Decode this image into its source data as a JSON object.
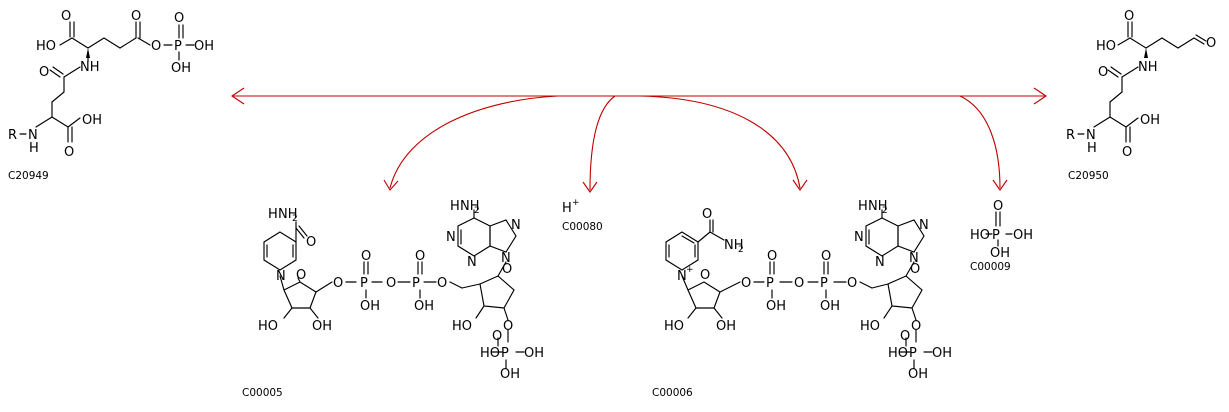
{
  "compounds": [
    {
      "id": "C20949"
    },
    {
      "id": "C20950"
    },
    {
      "id": "C00005"
    },
    {
      "id": "C00080"
    },
    {
      "id": "C00006"
    },
    {
      "id": "C00009"
    }
  ],
  "atoms": {
    "OH": "OH",
    "HO": "HO",
    "O": "O",
    "P": "P",
    "N": "N",
    "H": "H",
    "R": "R",
    "NH": "NH",
    "NH2": "NH",
    "NH2_sub": "2",
    "Hplus": "H",
    "plus": "+",
    "N_plus": "N",
    "plus2": "+"
  },
  "colors": {
    "arrow": "#c00000",
    "structure": "#000000",
    "background": "#ffffff"
  }
}
